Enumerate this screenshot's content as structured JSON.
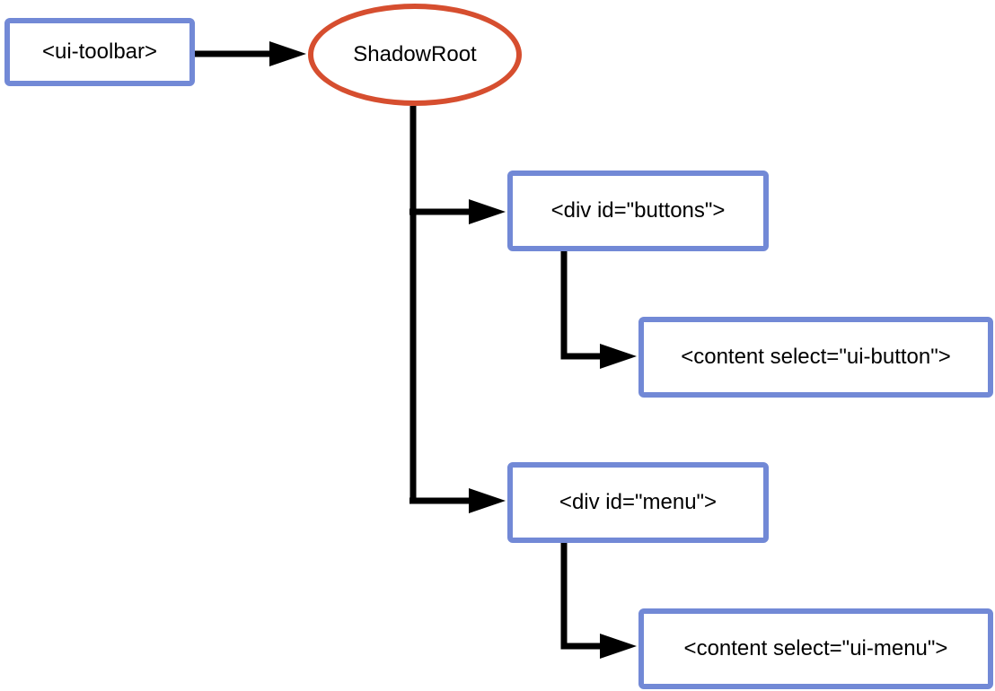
{
  "nodes": {
    "toolbar": {
      "label": "<ui-toolbar>"
    },
    "shadow_root": {
      "label": "ShadowRoot"
    },
    "div_buttons": {
      "label": "<div id=\"buttons\">"
    },
    "content_button": {
      "label": "<content select=\"ui-button\">"
    },
    "div_menu": {
      "label": "<div id=\"menu\">"
    },
    "content_menu": {
      "label": "<content select=\"ui-menu\">"
    }
  },
  "edges": [
    {
      "from": "toolbar",
      "to": "shadow_root"
    },
    {
      "from": "shadow_root",
      "to": "div_buttons"
    },
    {
      "from": "shadow_root",
      "to": "div_menu"
    },
    {
      "from": "div_buttons",
      "to": "content_button"
    },
    {
      "from": "div_menu",
      "to": "content_menu"
    }
  ],
  "colors": {
    "element_border": "#7289d6",
    "shadow_root_border": "#d64e2f",
    "edge": "#000000"
  }
}
